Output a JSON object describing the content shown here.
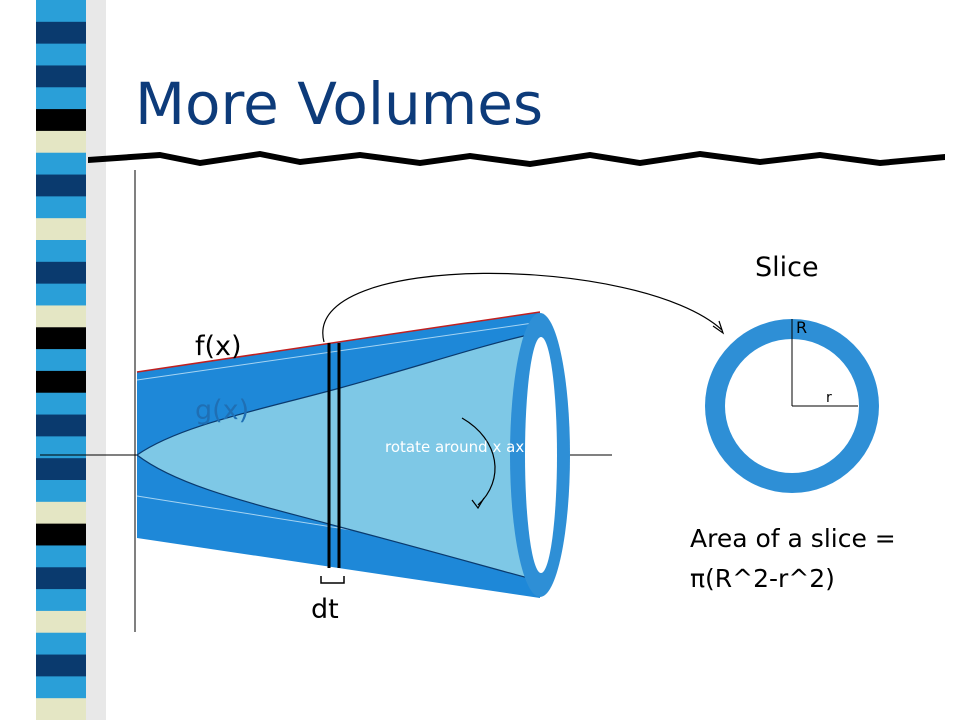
{
  "title": "More Volumes",
  "labels": {
    "f": "f(x)",
    "g": "g(x)",
    "dt": "dt",
    "rotate": "rotate around x axis",
    "slice": "Slice",
    "R": "R",
    "r": "r",
    "area_line1": "Area of a slice =",
    "area_line2": "π(R^2-r^2)"
  },
  "colors": {
    "title": "#0d3b7a",
    "outer_solid": "#1e88d8",
    "inner_solid": "#7ec8e6",
    "ring": "#2e8fd6",
    "stripe_dark": "#0a3a6e",
    "stripe_blue": "#2a9fd8",
    "stripe_cream": "#e4e6c4",
    "stripe_black": "#000000"
  },
  "stripes": [
    "blue",
    "dark",
    "blue",
    "dark",
    "blue",
    "black",
    "cream",
    "blue",
    "dark",
    "blue",
    "cream",
    "blue",
    "dark",
    "blue",
    "cream",
    "black",
    "blue",
    "black",
    "blue",
    "dark",
    "blue",
    "dark",
    "blue",
    "cream",
    "black",
    "blue",
    "dark",
    "blue",
    "cream",
    "blue",
    "dark",
    "blue",
    "cream"
  ]
}
